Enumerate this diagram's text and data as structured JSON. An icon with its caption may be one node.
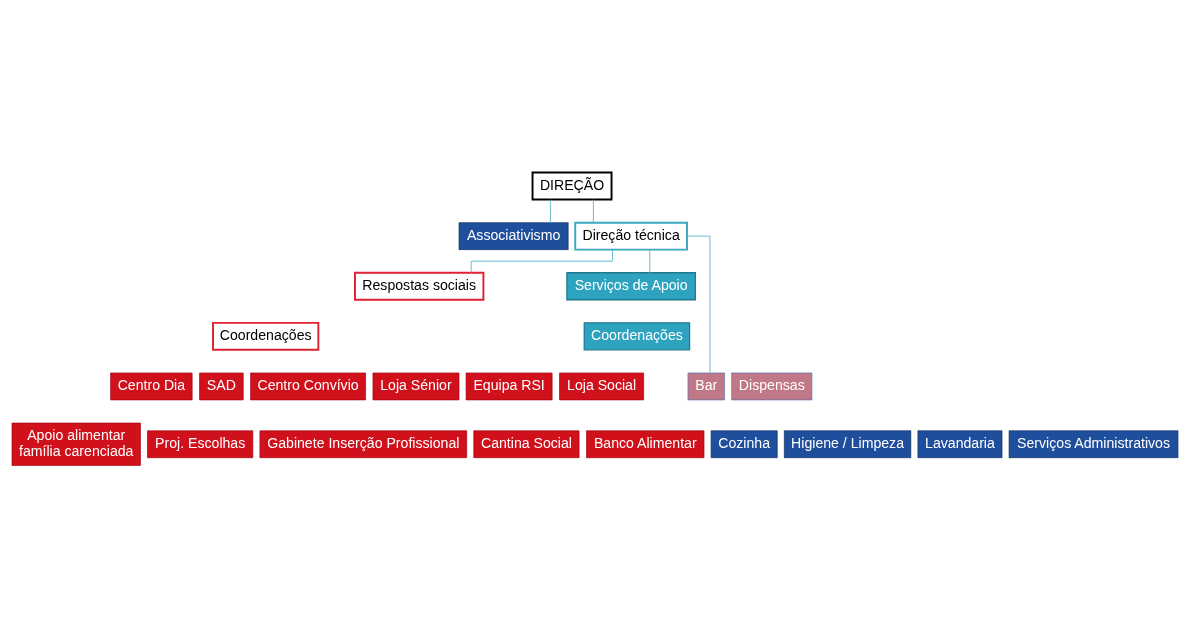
{
  "diagram": {
    "nodes": [
      {
        "text": [
          "DIREÇÃO"
        ]
      },
      {
        "text": [
          "Associativismo"
        ]
      },
      {
        "text": [
          "Direção técnica"
        ]
      },
      {
        "text": [
          "Respostas sociais"
        ]
      },
      {
        "text": [
          "Coordenações"
        ]
      },
      {
        "text": [
          "Centro Dia"
        ]
      },
      {
        "text": [
          "SAD"
        ]
      },
      {
        "text": [
          "Centro Convívio"
        ]
      },
      {
        "text": [
          "Loja Sénior"
        ]
      },
      {
        "text": [
          "Equipa RSI"
        ]
      },
      {
        "text": [
          "Loja Social"
        ]
      },
      {
        "text": [
          "Apoio alimentar",
          "família carenciada"
        ]
      },
      {
        "text": [
          "Proj. Escolhas"
        ]
      },
      {
        "text": [
          "Gabinete Inserção Profissional"
        ]
      },
      {
        "text": [
          "Cantina Social"
        ]
      },
      {
        "text": [
          "Banco Alimentar"
        ]
      },
      {
        "text": [
          "Serviços de Apoio"
        ]
      },
      {
        "text": [
          "Coordenações"
        ]
      },
      {
        "text": [
          "Bar"
        ]
      },
      {
        "text": [
          "Dispensas"
        ]
      },
      {
        "text": [
          "Cozinha"
        ]
      },
      {
        "text": [
          "Higiene / Limpeza"
        ]
      },
      {
        "text": [
          "Lavandaria"
        ]
      },
      {
        "text": [
          "Serviços Administrativos"
        ]
      }
    ],
    "edges": [
      {
        "from": 0,
        "to": 1,
        "arrow": "none"
      },
      {
        "from": 0,
        "to": 2,
        "arrow": "none"
      },
      {
        "from": 2,
        "to": 3,
        "arrow": "none"
      },
      {
        "from": 2,
        "to": 16,
        "arrow": "none"
      },
      {
        "from": 2,
        "to": 18,
        "arrow": "none"
      }
    ]
  }
}
